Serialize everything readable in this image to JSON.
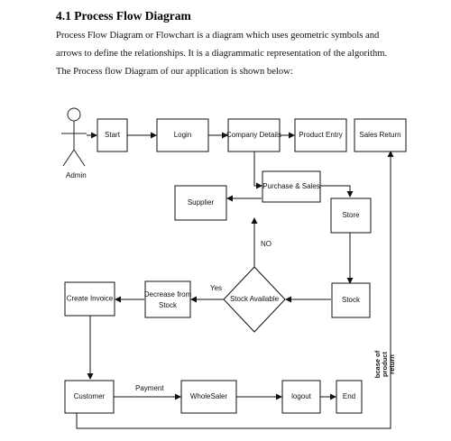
{
  "section": {
    "title": "4.1 Process Flow Diagram",
    "paragraph_lines": [
      "Process Flow Diagram or Flowchart is a diagram which uses geometric symbols and",
      "arrows to define the relationships. It is a diagrammatic representation of the algorithm.",
      "The Process flow Diagram of our application is shown below:"
    ]
  },
  "diagram": {
    "actor": "Admin",
    "nodes": {
      "start": "Start",
      "login": "Login",
      "company_details": "Company Details",
      "product_entry": "Product Entry",
      "sales_return": "Sales Return",
      "purchase_sales": "Purchase & Sales",
      "supplier": "Supplier",
      "store": "Store",
      "stock_available": "Stock Available",
      "stock": "Stock",
      "decrease_line1": "Decrease from",
      "decrease_line2": "Stock",
      "create_invoice": "Create Invoice",
      "customer": "Customer",
      "wholesaler": "WholeSaler",
      "logout": "logout",
      "end": "End"
    },
    "edge_labels": {
      "no": "NO",
      "yes": "Yes",
      "payment": "Payment",
      "return_line1": "bcase of",
      "return_line2": "product",
      "return_line3": "return"
    }
  }
}
